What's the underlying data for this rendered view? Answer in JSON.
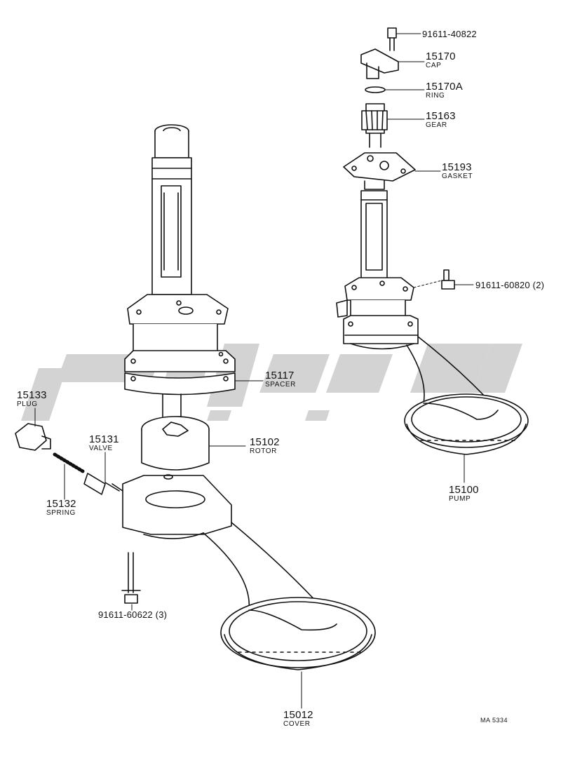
{
  "parts": {
    "p91611_40822": {
      "number": "91611-40822"
    },
    "p15170": {
      "number": "15170",
      "name": "CAP"
    },
    "p15170a": {
      "number": "15170A",
      "name": "RING"
    },
    "p15163": {
      "number": "15163",
      "name": "GEAR"
    },
    "p15193": {
      "number": "15193",
      "name": "GASKET"
    },
    "p91611_60820": {
      "number": "91611-60820 (2)"
    },
    "p15100": {
      "number": "15100",
      "name": "PUMP"
    },
    "p15117": {
      "number": "15117",
      "name": "SPACER"
    },
    "p15102": {
      "number": "15102",
      "name": "ROTOR"
    },
    "p15133": {
      "number": "15133",
      "name": "PLUG"
    },
    "p15131": {
      "number": "15131",
      "name": "VALVE"
    },
    "p15132": {
      "number": "15132",
      "name": "SPRING"
    },
    "p91611_60622": {
      "number": "91611-60622 (3)"
    },
    "p15012": {
      "number": "15012",
      "name": "COVER"
    }
  },
  "reference_code": "MA 5334",
  "colors": {
    "line": "#111111",
    "watermark": "#d2d2d2"
  }
}
